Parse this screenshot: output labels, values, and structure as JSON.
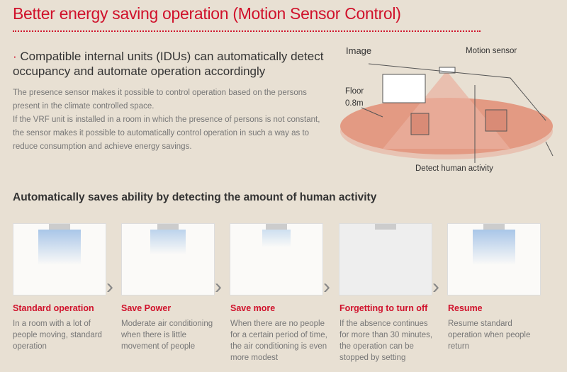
{
  "title": "Better energy saving operation (Motion Sensor Control)",
  "lead": "Compatible internal units (IDUs) can automatically detect occupancy and automate operation accordingly",
  "body": [
    "The presence sensor makes it possible to control operation based on the persons present in the climate controlled space.",
    "If the VRF unit is installed in a room in which the presence of persons is not constant, the sensor makes it possible to automatically control operation in such a way as to reduce consumption and achieve energy savings."
  ],
  "image_labels": {
    "image": "Image",
    "motion_sensor": "Motion sensor",
    "floor": "Floor",
    "floor_height": "0.8m",
    "detect": "Detect human activity"
  },
  "subtitle": "Automatically saves ability by detecting the amount of human activity",
  "steps": [
    {
      "title": "Standard operation",
      "desc": "In a room with a lot of people moving, standard operation"
    },
    {
      "title": "Save Power",
      "desc": "Moderate air conditioning when there is little movement of people"
    },
    {
      "title": "Save more",
      "desc": "When there are no people for a certain period of time, the air conditioning is even more modest"
    },
    {
      "title": "Forgetting to turn off",
      "desc": "If the absence continues for more than 30 minutes, the operation can be stopped by setting"
    },
    {
      "title": "Resume",
      "desc": "Resume standard operation when people return"
    }
  ]
}
